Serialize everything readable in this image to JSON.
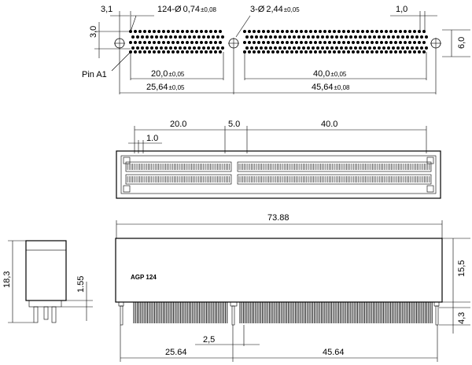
{
  "top_view": {
    "dim_31": "3,1",
    "pin_count_callout": "124-",
    "diameter_symbol": "Ø",
    "pin_dia": "0,74",
    "pin_dia_tol": "±0,08",
    "hole_count_callout": "3-",
    "hole_dia": "2,44",
    "hole_dia_tol": "±0,05",
    "pitch": "1,0",
    "row_spacing": "3,0",
    "overall_height": "6,0",
    "pin_a1": "Pin A1",
    "span_a": "20,0",
    "span_a_tol": "±0,05",
    "span_b": "40,0",
    "span_b_tol": "±0,05",
    "total_a": "25,64",
    "total_a_tol": "±0,05",
    "total_b": "45,64",
    "total_b_tol": "±0,08"
  },
  "front_view": {
    "span_a": "20.0",
    "gap": "5.0",
    "span_b": "40.0",
    "pitch": "1.0"
  },
  "side_view": {
    "height": "18,3",
    "standoff": "1.55"
  },
  "main_view": {
    "length": "73.88",
    "part_label": "AGP 124",
    "body_height": "15,5",
    "lead_length": "4,3",
    "left_span": "25.64",
    "gap": "2,5",
    "right_span": "45.64"
  }
}
